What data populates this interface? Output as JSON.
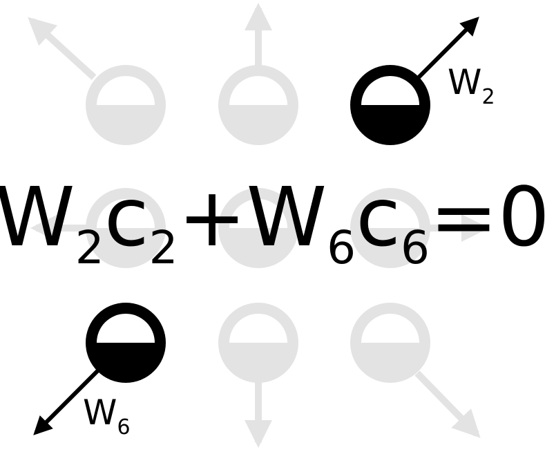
{
  "colors": {
    "faded": "#e3e3e3",
    "active": "#000000",
    "background": "#ffffff"
  },
  "icons": [
    "lattice-node-icon",
    "velocity-arrow-icon"
  ],
  "lattice": {
    "nodes": [
      {
        "id": "c5",
        "state": "faded",
        "direction": "up-left"
      },
      {
        "id": "c1",
        "state": "faded",
        "direction": "up"
      },
      {
        "id": "c2",
        "state": "active",
        "direction": "up-right"
      },
      {
        "id": "c4",
        "state": "faded",
        "direction": "left"
      },
      {
        "id": "c0",
        "state": "faded",
        "direction": "none"
      },
      {
        "id": "c3",
        "state": "faded",
        "direction": "right"
      },
      {
        "id": "c6",
        "state": "active",
        "direction": "down-left"
      },
      {
        "id": "c7",
        "state": "faded",
        "direction": "down"
      },
      {
        "id": "c8",
        "state": "faded",
        "direction": "down-right"
      }
    ]
  },
  "labels": {
    "w2": {
      "base": "W",
      "sub": "2"
    },
    "w6": {
      "base": "W",
      "sub": "6"
    }
  },
  "equation": {
    "term1": {
      "w": "W",
      "w_sub": "2",
      "c": "c",
      "c_sub": "2"
    },
    "plus": "+",
    "term2": {
      "w": "W",
      "w_sub": "6",
      "c": "c",
      "c_sub": "6"
    },
    "equals": "=",
    "rhs": "0"
  }
}
